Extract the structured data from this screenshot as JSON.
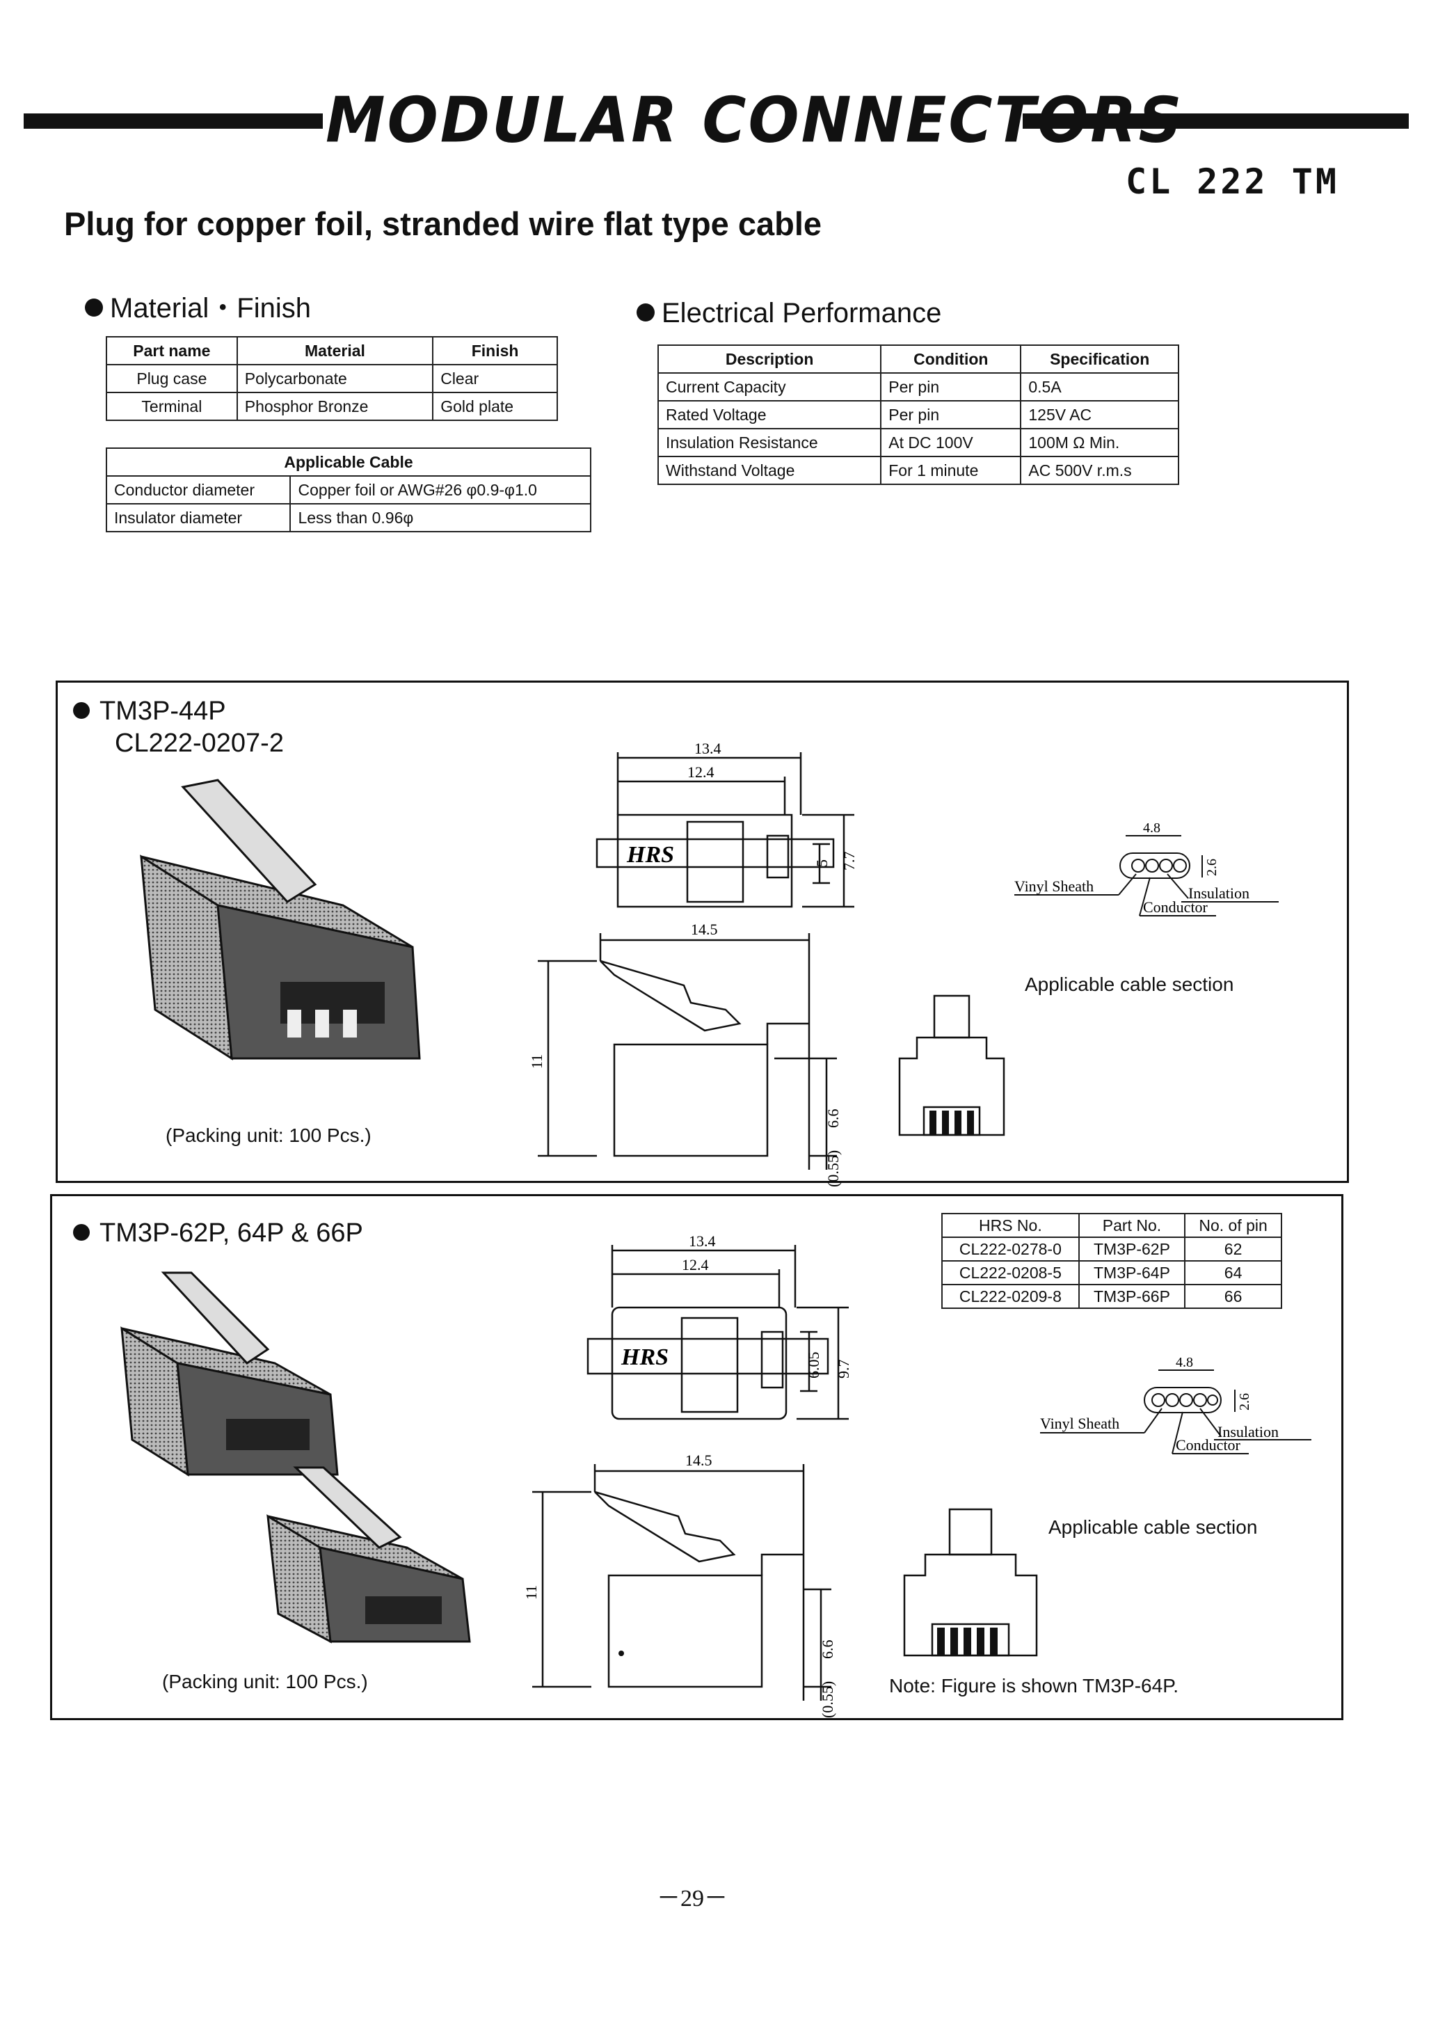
{
  "header": {
    "title": "MODULAR CONNECTORS",
    "series": "CL 222 TM",
    "subtitle": "Plug for copper foil, stranded wire flat type cable"
  },
  "material": {
    "heading": "Material・Finish",
    "columns": [
      "Part name",
      "Material",
      "Finish"
    ],
    "rows": [
      [
        "Plug case",
        "Polycarbonate",
        "Clear"
      ],
      [
        "Terminal",
        "Phosphor Bronze",
        "Gold plate"
      ]
    ]
  },
  "cable": {
    "heading": "Applicable Cable",
    "rows": [
      [
        "Conductor diameter",
        "Copper foil or AWG#26 φ0.9-φ1.0"
      ],
      [
        "Insulator diameter",
        "Less than 0.96φ"
      ]
    ]
  },
  "electrical": {
    "heading": "Electrical Performance",
    "columns": [
      "Description",
      "Condition",
      "Specification"
    ],
    "rows": [
      [
        "Current Capacity",
        "Per pin",
        "0.5A"
      ],
      [
        "Rated Voltage",
        "Per pin",
        "125V AC"
      ],
      [
        "Insulation Resistance",
        "At DC 100V",
        "100M Ω Min."
      ],
      [
        "Withstand Voltage",
        "For 1 minute",
        "AC 500V r.m.s"
      ]
    ]
  },
  "panel1": {
    "title": "TM3P-44P",
    "part": "CL222-0207-2",
    "packing": "(Packing unit: 100 Pcs.)",
    "cable_section": "Applicable cable section",
    "dims": {
      "w_total": "13.4",
      "w_body": "12.4",
      "length": "14.5",
      "h_outer": "7.7",
      "h_inner": "5",
      "height": "11",
      "h_body": "6.6",
      "h_tab": "(0.55)",
      "cable_w": "4.8",
      "cable_h": "2.6"
    },
    "labels": {
      "brand": "HRS",
      "sheath": "Vinyl Sheath",
      "insulation": "Insulation",
      "conductor": "Conductor"
    }
  },
  "panel2": {
    "title": "TM3P-62P, 64P & 66P",
    "packing": "(Packing unit: 100 Pcs.)",
    "cable_section": "Applicable cable section",
    "note": "Note: Figure is shown TM3P-64P.",
    "table": {
      "columns": [
        "HRS No.",
        "Part No.",
        "No. of pin"
      ],
      "rows": [
        [
          "CL222-0278-0",
          "TM3P-62P",
          "62"
        ],
        [
          "CL222-0208-5",
          "TM3P-64P",
          "64"
        ],
        [
          "CL222-0209-8",
          "TM3P-66P",
          "66"
        ]
      ]
    },
    "dims": {
      "w_total": "13.4",
      "w_body": "12.4",
      "length": "14.5",
      "h_outer": "9.7",
      "h_inner": "6.05",
      "height": "11",
      "h_body": "6.6",
      "h_tab": "(0.55)",
      "cable_w": "4.8",
      "cable_h": "2.6"
    },
    "labels": {
      "brand": "HRS",
      "sheath": "Vinyl Sheath",
      "insulation": "Insulation",
      "conductor": "Conductor"
    }
  },
  "page_number": "－29－"
}
